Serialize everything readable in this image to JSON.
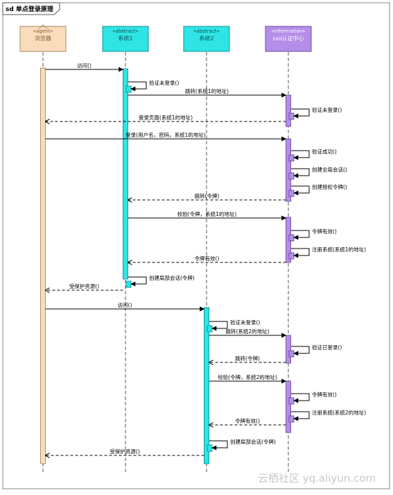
{
  "frame": {
    "title": "sd 单点登录原理"
  },
  "participants": [
    {
      "id": "browser",
      "stereotype": "«agent»",
      "name": "浏览器",
      "fill": "#f9dcbc",
      "stroke": "#a9875e",
      "text": "#8a5a2a"
    },
    {
      "id": "sys1",
      "stereotype": "«abstract»",
      "name": "系统1",
      "fill": "#2fe4e4",
      "stroke": "#148f96",
      "text": "#0b4f55"
    },
    {
      "id": "sys2",
      "stereotype": "«abstract»",
      "name": "系统2",
      "fill": "#2fe4e4",
      "stroke": "#148f96",
      "text": "#0b4f55"
    },
    {
      "id": "sso",
      "stereotype": "«information»",
      "name": "sso认证中心",
      "fill": "#b48ee8",
      "stroke": "#6b4aa3",
      "text": "#ffffff"
    }
  ],
  "messages": [
    {
      "from": "browser",
      "to": "sys1",
      "label": "访问()",
      "kind": "call"
    },
    {
      "from": "sys1",
      "to": "sys1",
      "label": "验证未登录()",
      "kind": "self"
    },
    {
      "from": "sys1",
      "to": "sso",
      "label": "跳转(系统1的地址)",
      "kind": "call"
    },
    {
      "from": "sso",
      "to": "sso",
      "label": "验证未登录()",
      "kind": "self"
    },
    {
      "from": "sso",
      "to": "browser",
      "label": "登录页面(系统1的地址)",
      "kind": "return"
    },
    {
      "from": "browser",
      "to": "sso",
      "label": "登录(用户名，密码，系统1的地址)",
      "kind": "call"
    },
    {
      "from": "sso",
      "to": "sso",
      "label": "验证成功()",
      "kind": "self"
    },
    {
      "from": "sso",
      "to": "sso",
      "label": "创建全局会话()",
      "kind": "self"
    },
    {
      "from": "sso",
      "to": "sso",
      "label": "创建授权令牌()",
      "kind": "self"
    },
    {
      "from": "sso",
      "to": "sys1",
      "label": "跳转(令牌)",
      "kind": "return"
    },
    {
      "from": "sys1",
      "to": "sso",
      "label": "校验(令牌，系统1的地址)",
      "kind": "call"
    },
    {
      "from": "sso",
      "to": "sso",
      "label": "令牌有效()",
      "kind": "self"
    },
    {
      "from": "sso",
      "to": "sso",
      "label": "注册系统(系统1的地址)",
      "kind": "self"
    },
    {
      "from": "sso",
      "to": "sys1",
      "label": "令牌有效()",
      "kind": "return"
    },
    {
      "from": "sys1",
      "to": "sys1",
      "label": "创建局部会话(令牌)",
      "kind": "self"
    },
    {
      "from": "sys1",
      "to": "browser",
      "label": "受保护资源()",
      "kind": "return"
    },
    {
      "from": "browser",
      "to": "sys2",
      "label": "访问()",
      "kind": "call"
    },
    {
      "from": "sys2",
      "to": "sys2",
      "label": "验证未登录()",
      "kind": "self"
    },
    {
      "from": "sys2",
      "to": "sso",
      "label": "跳转(系统2的地址)",
      "kind": "call"
    },
    {
      "from": "sso",
      "to": "sso",
      "label": "验证已登录()",
      "kind": "self"
    },
    {
      "from": "sso",
      "to": "sys2",
      "label": "跳转(令牌)",
      "kind": "return"
    },
    {
      "from": "sys2",
      "to": "sso",
      "label": "校验(令牌，系统2的地址)",
      "kind": "call"
    },
    {
      "from": "sso",
      "to": "sso",
      "label": "令牌有效()",
      "kind": "self"
    },
    {
      "from": "sso",
      "to": "sso",
      "label": "注册系统(系统2的地址)",
      "kind": "self"
    },
    {
      "from": "sso",
      "to": "sys2",
      "label": "令牌有效()",
      "kind": "return"
    },
    {
      "from": "sys2",
      "to": "sys2",
      "label": "创建局部会话(令牌)",
      "kind": "self"
    },
    {
      "from": "sys2",
      "to": "browser",
      "label": "受保护资源()",
      "kind": "return"
    }
  ],
  "watermark": "云栖社区 yq.aliyun.com"
}
